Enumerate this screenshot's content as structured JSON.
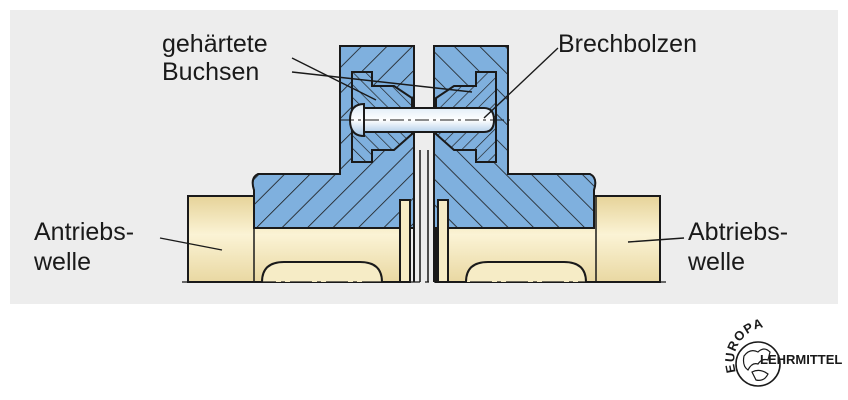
{
  "labels": {
    "bushings_line1": "gehärtete",
    "bushings_line2": "Buchsen",
    "shear_bolt": "Brechbolzen",
    "drive_shaft_line1": "Antriebs-",
    "drive_shaft_line2": "welle",
    "output_shaft_line1": "Abtriebs-",
    "output_shaft_line2": "welle"
  },
  "logo": {
    "arc_text": "EUROPA",
    "name": "LEHRMITTEL"
  },
  "colors": {
    "panel": "#ededed",
    "hub_blue": "#7fb0de",
    "shaft_yellow": "#f0e3b4",
    "outline": "#1a1a1a"
  }
}
